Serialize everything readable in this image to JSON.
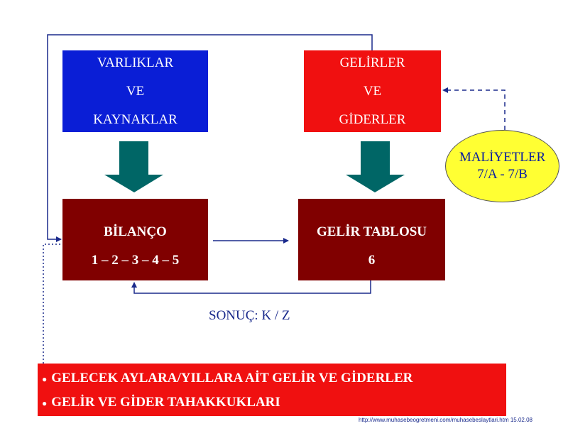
{
  "boxes": {
    "varliklar": {
      "lines": [
        "VARLIKLAR",
        "VE",
        "KAYNAKLAR"
      ],
      "color": "#0a1ed6"
    },
    "gelirler": {
      "lines": [
        "GELİRLER",
        "VE",
        "GİDERLER"
      ],
      "color": "#f01010"
    },
    "bilanco": {
      "lines": [
        "BİLANÇO",
        "1 – 2 – 3 – 4 – 5"
      ],
      "color": "#800000"
    },
    "gelir_tablosu": {
      "lines": [
        "GELİR TABLOSU",
        "6"
      ],
      "color": "#800000"
    }
  },
  "maliyetler": {
    "lines": [
      "MALİYETLER",
      "7/A - 7/B"
    ],
    "color": "#ffff33"
  },
  "sonuc": "SONUÇ: K / Z",
  "bullets": {
    "items": [
      "GELECEK AYLARA/YILLARA AİT GELİR VE GİDERLER",
      "GELİR VE GİDER TAHAKKUKLARI"
    ],
    "color": "#f01010"
  },
  "footer_url": "http://www.muhasebeogretmeni.com/muhasebeslaytlari.htm 15.02.08",
  "colors": {
    "arrow_fill": "#006666",
    "connector": "#1a2a8c"
  }
}
